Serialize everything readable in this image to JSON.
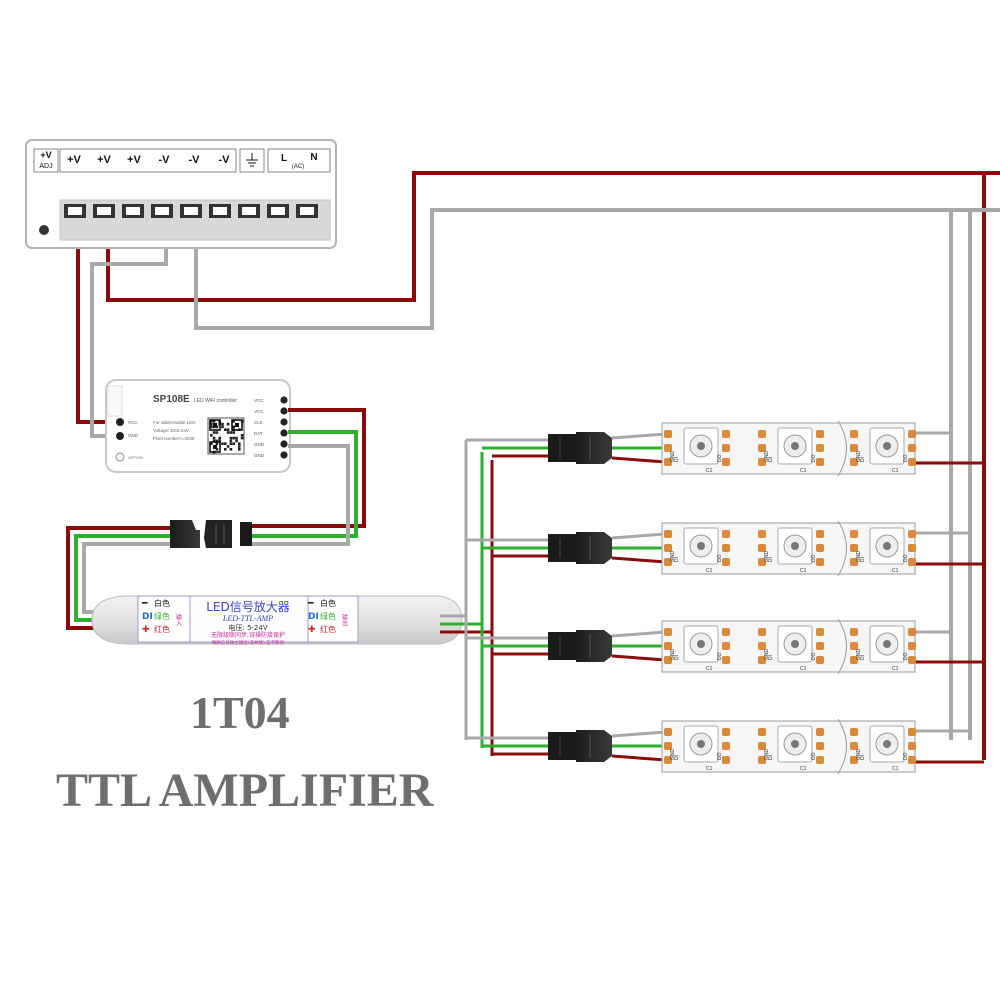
{
  "psu": {
    "terminal_labels": [
      "+V ADJ",
      "+V",
      "+V",
      "+V",
      "-V",
      "-V",
      "-V",
      "⏚",
      "L (AC) N"
    ],
    "adj_top": "+V",
    "adj_bottom": "ADJ",
    "plus_v": "+V",
    "minus_v": "-V",
    "l_label": "L",
    "ac_label": "(AC)",
    "n_label": "N"
  },
  "controller": {
    "model": "SP108E",
    "subtitle": "LED WiFi controller",
    "lines": [
      "For addressable LED",
      "Voltage: DC5-24V",
      "Pixel number<=2048"
    ],
    "left_pins": [
      "VCC",
      "GND"
    ],
    "right_pins": [
      "VCC",
      "VCC",
      "CLK",
      "DAT",
      "GND",
      "GND"
    ],
    "bottom_label": "APP/ON"
  },
  "amplifier": {
    "title_cn": "LED信号放大器",
    "title_en": "LED-TTL-AMP",
    "voltage": "电压: 5-24V",
    "line1": "无限级联同步,误操防接保护",
    "line2": "每路信号独立输出(非并联),互不影响",
    "left_labels": [
      "白色",
      "绿色",
      "红色"
    ],
    "left_markers": [
      "━",
      "DI",
      "✚"
    ],
    "right_labels": [
      "白色",
      "绿色",
      "红色"
    ],
    "right_markers": [
      "━",
      "DI",
      "✚"
    ],
    "left_side_text": "输入",
    "right_side_text": "输出"
  },
  "strip": {
    "pad_left": [
      "GND",
      "DI",
      "+5V"
    ],
    "pad_right": [
      "GND",
      "DO",
      "+5V"
    ],
    "cap": "C1"
  },
  "labels": {
    "model": "1T04",
    "product": "TTL AMPLIFIER"
  },
  "colors": {
    "red_wire": "#8b0a0a",
    "gray_wire": "#a8a8a8",
    "green_wire": "#2fae2f",
    "pad": "#d88a3a",
    "title": "#6e6e6e"
  }
}
